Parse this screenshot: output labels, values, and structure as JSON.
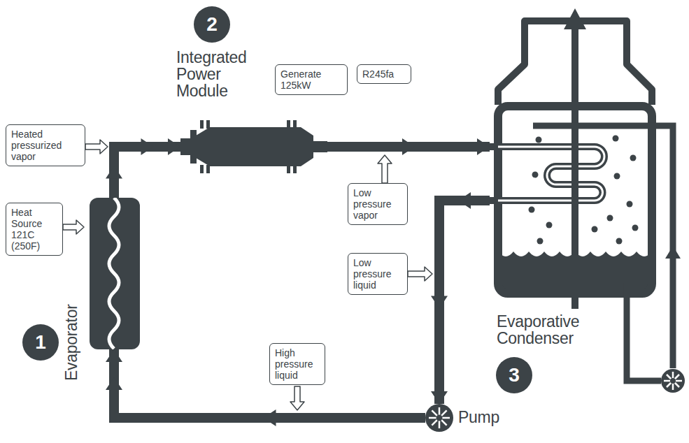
{
  "diagram": {
    "nodes": [
      {
        "text": [
          "Evaporator"
        ]
      },
      {
        "text": [
          "Integrated Power Module"
        ]
      },
      {
        "text": [
          "Evaporative Condenser"
        ]
      },
      {
        "text": [
          "Pump"
        ]
      },
      {
        "text": [
          "Heated pressurized vapor"
        ]
      },
      {
        "text": [
          "Heat Source 121C (250F)"
        ]
      },
      {
        "text": [
          "Generate 125kW"
        ]
      },
      {
        "text": [
          "R245fa"
        ]
      },
      {
        "text": [
          "Low pressure vapor"
        ]
      },
      {
        "text": [
          "Low pressure liquid"
        ]
      },
      {
        "text": [
          "High pressure liquid"
        ]
      },
      {
        "text": [
          "1"
        ]
      },
      {
        "text": [
          "2"
        ]
      },
      {
        "text": [
          "3"
        ]
      }
    ],
    "edges": [
      {
        "from": 0,
        "to": 1,
        "arrow": "to"
      },
      {
        "from": 1,
        "to": 2,
        "arrow": "to"
      },
      {
        "from": 2,
        "to": 3,
        "arrow": "to"
      },
      {
        "from": 3,
        "to": 0,
        "arrow": "to"
      }
    ]
  }
}
